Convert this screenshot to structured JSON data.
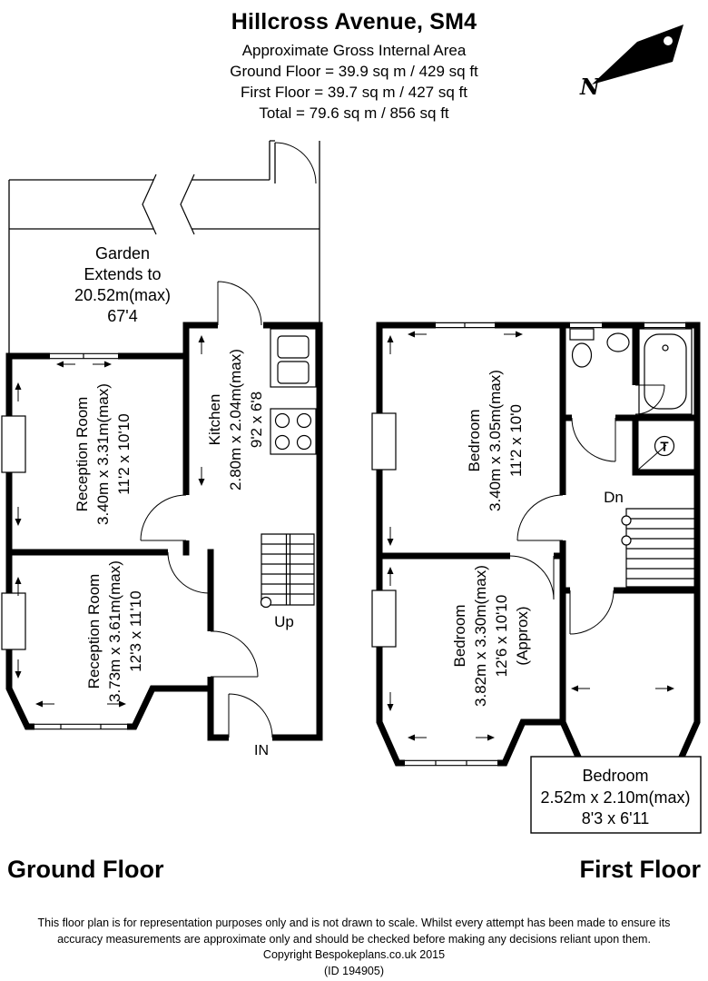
{
  "header": {
    "title": "Hillcross Avenue, SM4",
    "subtitle": "Approximate Gross Internal Area",
    "ground_floor_area": "Ground Floor = 39.9 sq m / 429 sq ft",
    "first_floor_area": "First Floor = 39.7 sq m / 427 sq ft",
    "total_area": "Total = 79.6 sq m / 856 sq ft"
  },
  "compass": {
    "label": "N"
  },
  "ground_floor": {
    "floor_label": "Ground Floor",
    "garden": {
      "name": "Garden",
      "extends": "Extends to",
      "metric": "20.52m(max)",
      "imperial": "67'4"
    },
    "reception_room_1": {
      "name": "Reception Room",
      "metric": "3.40m x 3.31m(max)",
      "imperial": "11'2 x 10'10"
    },
    "reception_room_2": {
      "name": "Reception Room",
      "metric": "3.73m x 3.61m(max)",
      "imperial": "12'3 x 11'10"
    },
    "kitchen": {
      "name": "Kitchen",
      "metric": "2.80m x 2.04m(max)",
      "imperial": "9'2 x 6'8"
    },
    "stairs_label": "Up",
    "entrance_label": "IN"
  },
  "first_floor": {
    "floor_label": "First Floor",
    "bedroom_1": {
      "name": "Bedroom",
      "metric": "3.40m x 3.05m(max)",
      "imperial": "11'2 x 10'0"
    },
    "bedroom_2": {
      "name": "Bedroom",
      "metric": "3.82m x 3.30m(max)",
      "imperial": "12'6 x 10'10",
      "qualifier": "(Approx)"
    },
    "bedroom_3": {
      "name": "Bedroom",
      "metric": "2.52m x 2.10m(max)",
      "imperial": "8'3 x 6'11"
    },
    "stairs_label": "Dn",
    "tank_label": "T"
  },
  "footer": {
    "disclaimer_line1": "This floor plan is for representation purposes only and is not drawn to scale. Whilst every attempt has been made to ensure its",
    "disclaimer_line2": "accuracy measurements are approximate only and should be checked before making any decisions reliant upon them.",
    "copyright": "Copyright Bespokeplans.co.uk 2015",
    "plan_id": "(ID 194905)"
  },
  "colors": {
    "ink": "#000000",
    "paper": "#ffffff"
  }
}
